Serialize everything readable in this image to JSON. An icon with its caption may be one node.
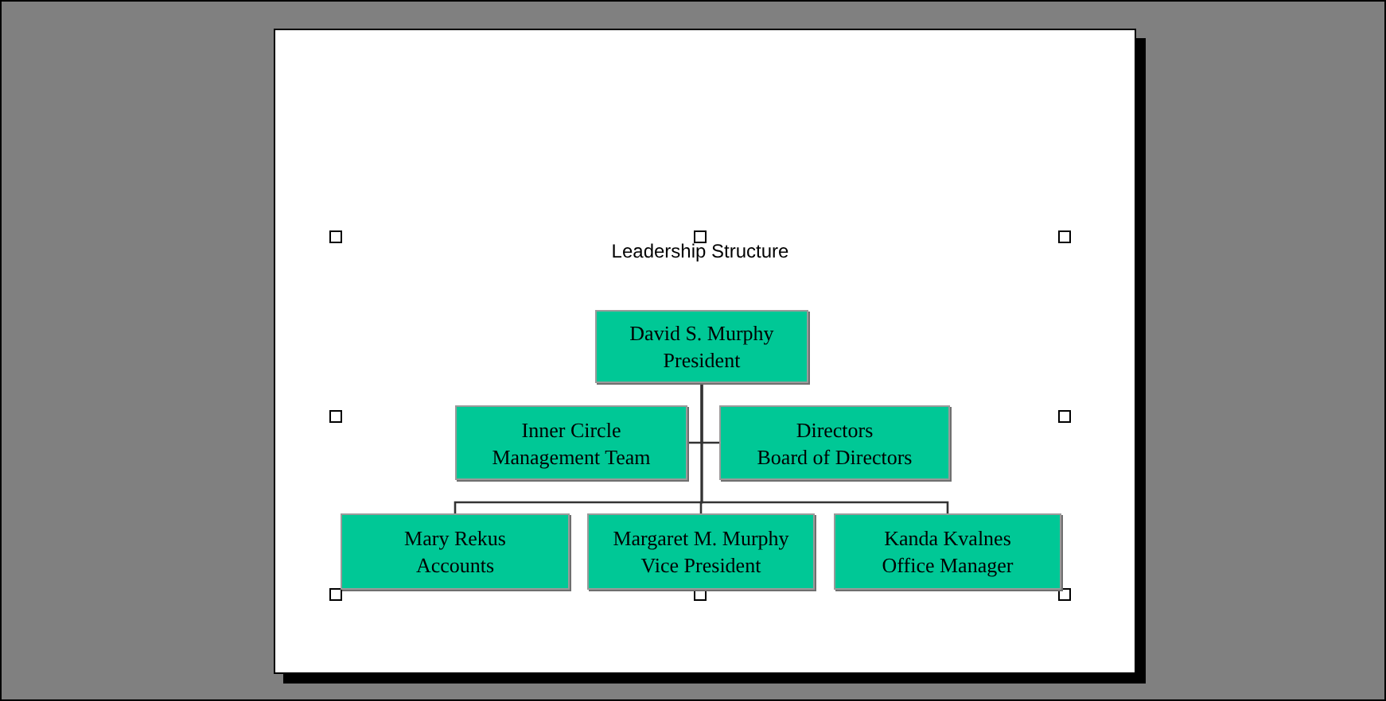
{
  "diagram": {
    "nodes": [
      {
        "text": [
          "David S. Murphy",
          "President"
        ]
      },
      {
        "text": [
          "Inner Circle",
          "Management Team"
        ]
      },
      {
        "text": [
          "Directors",
          "Board of Directors"
        ]
      },
      {
        "text": [
          "Mary Rekus",
          "Accounts"
        ]
      },
      {
        "text": [
          "Margaret M. Murphy",
          "Vice President"
        ]
      },
      {
        "text": [
          "Kanda Kvalnes",
          "Office Manager"
        ]
      }
    ],
    "edges": [
      {
        "from": 0,
        "to": 1,
        "arrow": "none"
      },
      {
        "from": 0,
        "to": 2,
        "arrow": "none"
      },
      {
        "from": 0,
        "to": 3,
        "arrow": "none"
      },
      {
        "from": 0,
        "to": 4,
        "arrow": "none"
      },
      {
        "from": 0,
        "to": 5,
        "arrow": "none"
      }
    ],
    "labels": [
      "Leadership Structure"
    ]
  }
}
